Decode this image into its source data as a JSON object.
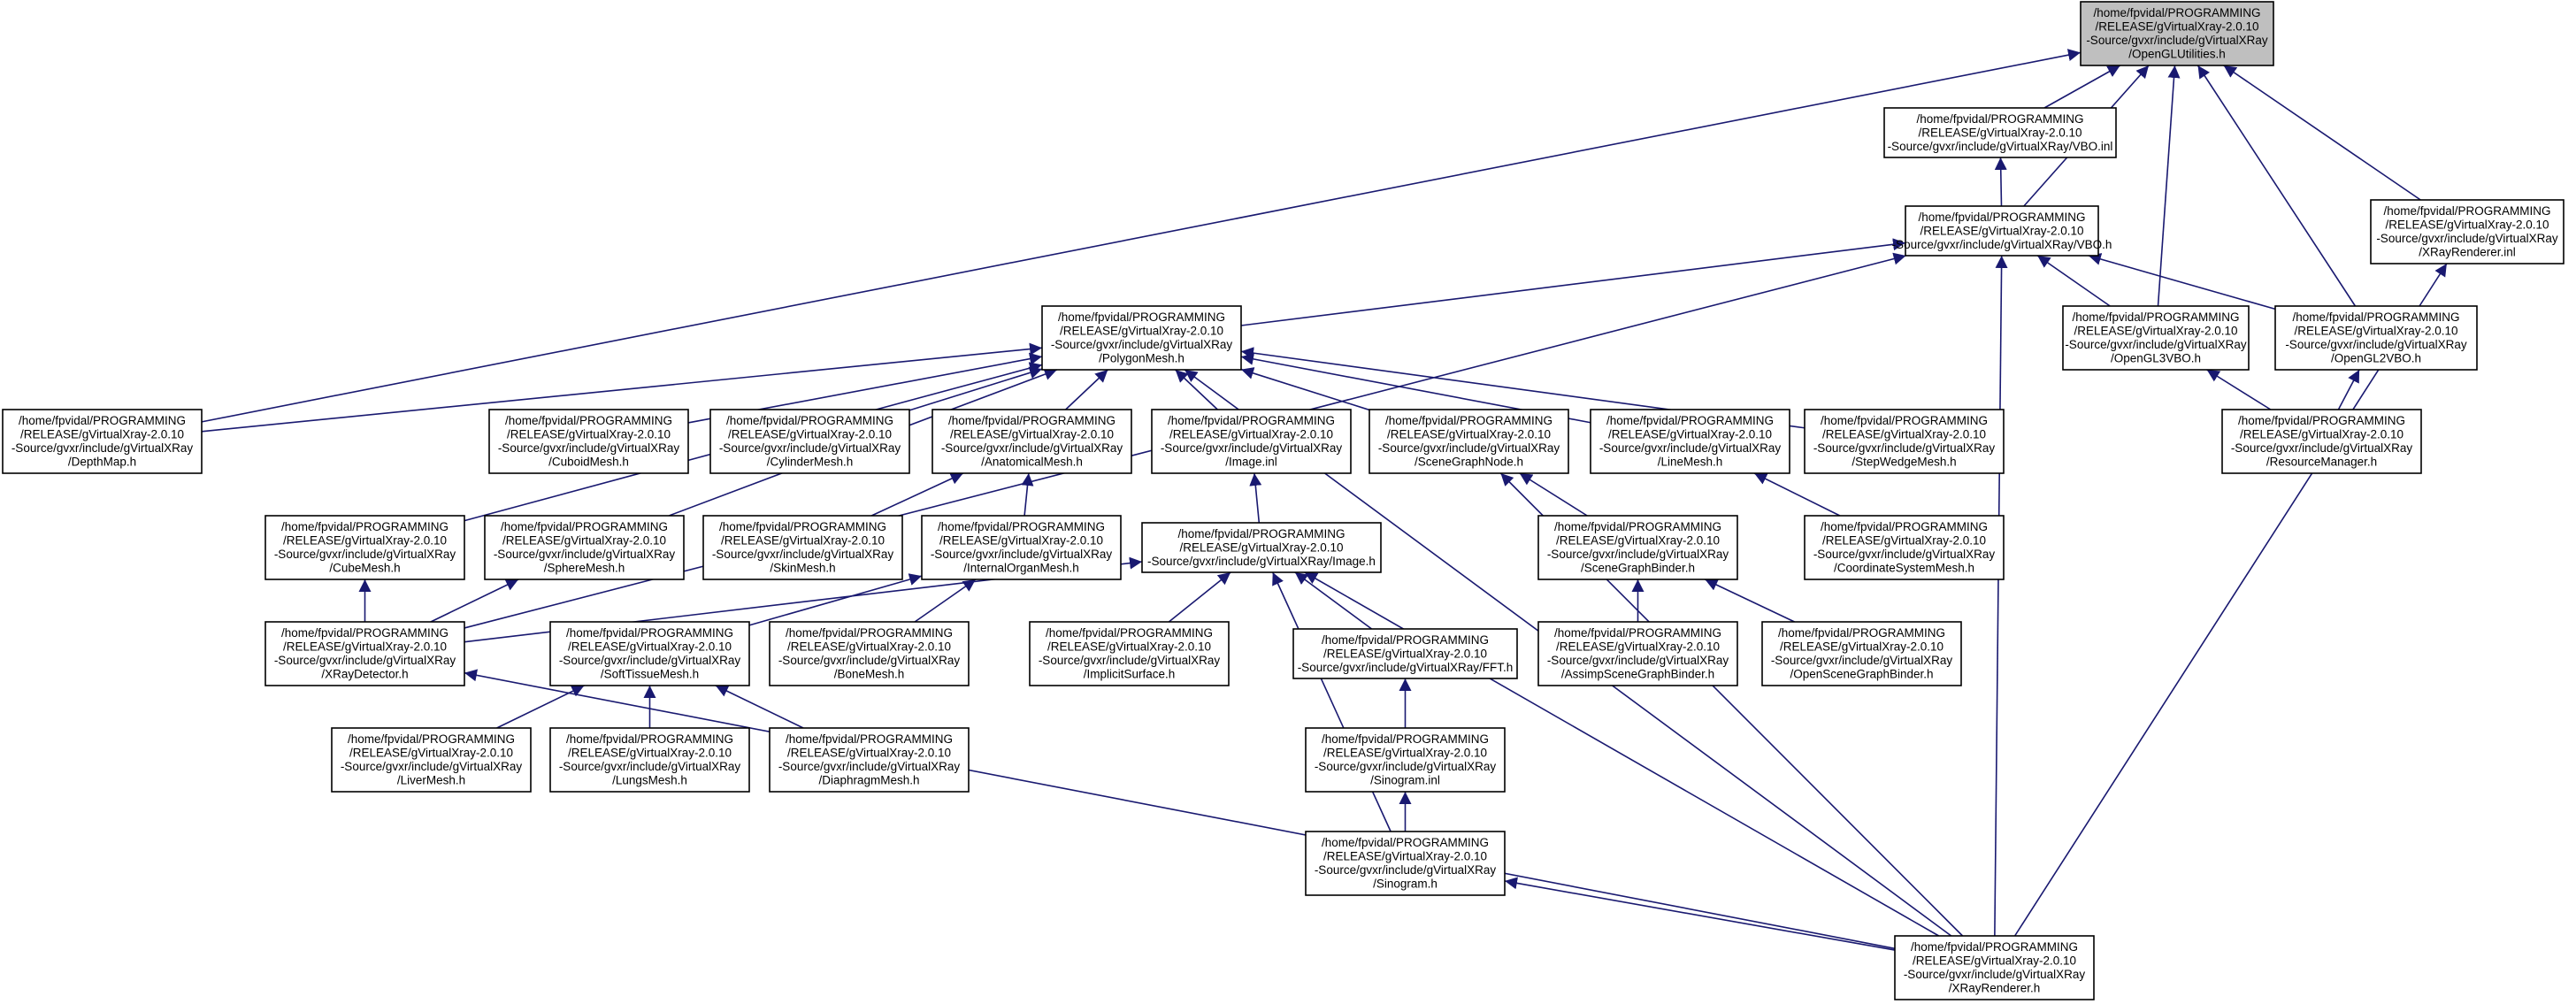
{
  "diagram": {
    "type": "include-dependency-graph",
    "edge_color": "#191970",
    "root_fill": "#bfbfbf",
    "nodes": [
      {
        "id": "opengl_utilities",
        "root": true,
        "lines": [
          "/home/fpvidal/PROGRAMMING",
          "/RELEASE/gVirtualXray-2.0.10",
          "-Source/gvxr/include/gVirtualXRay",
          "/OpenGLUtilities.h"
        ]
      },
      {
        "id": "vbo_inl",
        "lines": [
          "/home/fpvidal/PROGRAMMING",
          "/RELEASE/gVirtualXray-2.0.10",
          "-Source/gvxr/include/gVirtualXRay/VBO.inl"
        ]
      },
      {
        "id": "vbo_h",
        "lines": [
          "/home/fpvidal/PROGRAMMING",
          "/RELEASE/gVirtualXray-2.0.10",
          "-Source/gvxr/include/gVirtualXRay/VBO.h"
        ]
      },
      {
        "id": "xrayrenderer_inl",
        "lines": [
          "/home/fpvidal/PROGRAMMING",
          "/RELEASE/gVirtualXray-2.0.10",
          "-Source/gvxr/include/gVirtualXRay",
          "/XRayRenderer.inl"
        ]
      },
      {
        "id": "polygonmesh",
        "lines": [
          "/home/fpvidal/PROGRAMMING",
          "/RELEASE/gVirtualXray-2.0.10",
          "-Source/gvxr/include/gVirtualXRay",
          "/PolygonMesh.h"
        ]
      },
      {
        "id": "opengl3vbo",
        "lines": [
          "/home/fpvidal/PROGRAMMING",
          "/RELEASE/gVirtualXray-2.0.10",
          "-Source/gvxr/include/gVirtualXRay",
          "/OpenGL3VBO.h"
        ]
      },
      {
        "id": "opengl2vbo",
        "lines": [
          "/home/fpvidal/PROGRAMMING",
          "/RELEASE/gVirtualXray-2.0.10",
          "-Source/gvxr/include/gVirtualXRay",
          "/OpenGL2VBO.h"
        ]
      },
      {
        "id": "depthmap",
        "lines": [
          "/home/fpvidal/PROGRAMMING",
          "/RELEASE/gVirtualXray-2.0.10",
          "-Source/gvxr/include/gVirtualXRay",
          "/DepthMap.h"
        ]
      },
      {
        "id": "cuboidmesh",
        "lines": [
          "/home/fpvidal/PROGRAMMING",
          "/RELEASE/gVirtualXray-2.0.10",
          "-Source/gvxr/include/gVirtualXRay",
          "/CuboidMesh.h"
        ]
      },
      {
        "id": "cylindermesh",
        "lines": [
          "/home/fpvidal/PROGRAMMING",
          "/RELEASE/gVirtualXray-2.0.10",
          "-Source/gvxr/include/gVirtualXRay",
          "/CylinderMesh.h"
        ]
      },
      {
        "id": "anatomicalmesh",
        "lines": [
          "/home/fpvidal/PROGRAMMING",
          "/RELEASE/gVirtualXray-2.0.10",
          "-Source/gvxr/include/gVirtualXRay",
          "/AnatomicalMesh.h"
        ]
      },
      {
        "id": "image_inl",
        "lines": [
          "/home/fpvidal/PROGRAMMING",
          "/RELEASE/gVirtualXray-2.0.10",
          "-Source/gvxr/include/gVirtualXRay",
          "/Image.inl"
        ]
      },
      {
        "id": "scenegraphnode",
        "lines": [
          "/home/fpvidal/PROGRAMMING",
          "/RELEASE/gVirtualXray-2.0.10",
          "-Source/gvxr/include/gVirtualXRay",
          "/SceneGraphNode.h"
        ]
      },
      {
        "id": "linemesh",
        "lines": [
          "/home/fpvidal/PROGRAMMING",
          "/RELEASE/gVirtualXray-2.0.10",
          "-Source/gvxr/include/gVirtualXRay",
          "/LineMesh.h"
        ]
      },
      {
        "id": "stepwedgemesh",
        "lines": [
          "/home/fpvidal/PROGRAMMING",
          "/RELEASE/gVirtualXray-2.0.10",
          "-Source/gvxr/include/gVirtualXRay",
          "/StepWedgeMesh.h"
        ]
      },
      {
        "id": "resourcemanager",
        "lines": [
          "/home/fpvidal/PROGRAMMING",
          "/RELEASE/gVirtualXray-2.0.10",
          "-Source/gvxr/include/gVirtualXRay",
          "/ResourceManager.h"
        ]
      },
      {
        "id": "cubemesh",
        "lines": [
          "/home/fpvidal/PROGRAMMING",
          "/RELEASE/gVirtualXray-2.0.10",
          "-Source/gvxr/include/gVirtualXRay",
          "/CubeMesh.h"
        ]
      },
      {
        "id": "spheremesh",
        "lines": [
          "/home/fpvidal/PROGRAMMING",
          "/RELEASE/gVirtualXray-2.0.10",
          "-Source/gvxr/include/gVirtualXRay",
          "/SphereMesh.h"
        ]
      },
      {
        "id": "skinmesh",
        "lines": [
          "/home/fpvidal/PROGRAMMING",
          "/RELEASE/gVirtualXray-2.0.10",
          "-Source/gvxr/include/gVirtualXRay",
          "/SkinMesh.h"
        ]
      },
      {
        "id": "internalorganmesh",
        "lines": [
          "/home/fpvidal/PROGRAMMING",
          "/RELEASE/gVirtualXray-2.0.10",
          "-Source/gvxr/include/gVirtualXRay",
          "/InternalOrganMesh.h"
        ]
      },
      {
        "id": "image_h",
        "lines": [
          "/home/fpvidal/PROGRAMMING",
          "/RELEASE/gVirtualXray-2.0.10",
          "-Source/gvxr/include/gVirtualXRay/Image.h"
        ]
      },
      {
        "id": "scenegraphbinder",
        "lines": [
          "/home/fpvidal/PROGRAMMING",
          "/RELEASE/gVirtualXray-2.0.10",
          "-Source/gvxr/include/gVirtualXRay",
          "/SceneGraphBinder.h"
        ]
      },
      {
        "id": "coordinatesystemmesh",
        "lines": [
          "/home/fpvidal/PROGRAMMING",
          "/RELEASE/gVirtualXray-2.0.10",
          "-Source/gvxr/include/gVirtualXRay",
          "/CoordinateSystemMesh.h"
        ]
      },
      {
        "id": "xraydetector",
        "lines": [
          "/home/fpvidal/PROGRAMMING",
          "/RELEASE/gVirtualXray-2.0.10",
          "-Source/gvxr/include/gVirtualXRay",
          "/XRayDetector.h"
        ]
      },
      {
        "id": "softtissuemesh",
        "lines": [
          "/home/fpvidal/PROGRAMMING",
          "/RELEASE/gVirtualXray-2.0.10",
          "-Source/gvxr/include/gVirtualXRay",
          "/SoftTissueMesh.h"
        ]
      },
      {
        "id": "bonemesh",
        "lines": [
          "/home/fpvidal/PROGRAMMING",
          "/RELEASE/gVirtualXray-2.0.10",
          "-Source/gvxr/include/gVirtualXRay",
          "/BoneMesh.h"
        ]
      },
      {
        "id": "implicitsurface",
        "lines": [
          "/home/fpvidal/PROGRAMMING",
          "/RELEASE/gVirtualXray-2.0.10",
          "-Source/gvxr/include/gVirtualXRay",
          "/ImplicitSurface.h"
        ]
      },
      {
        "id": "fft",
        "lines": [
          "/home/fpvidal/PROGRAMMING",
          "/RELEASE/gVirtualXray-2.0.10",
          "-Source/gvxr/include/gVirtualXRay/FFT.h"
        ]
      },
      {
        "id": "assimpscenegraphbinder",
        "lines": [
          "/home/fpvidal/PROGRAMMING",
          "/RELEASE/gVirtualXray-2.0.10",
          "-Source/gvxr/include/gVirtualXRay",
          "/AssimpSceneGraphBinder.h"
        ]
      },
      {
        "id": "openscenegraphbinder",
        "lines": [
          "/home/fpvidal/PROGRAMMING",
          "/RELEASE/gVirtualXray-2.0.10",
          "-Source/gvxr/include/gVirtualXRay",
          "/OpenSceneGraphBinder.h"
        ]
      },
      {
        "id": "livermesh",
        "lines": [
          "/home/fpvidal/PROGRAMMING",
          "/RELEASE/gVirtualXray-2.0.10",
          "-Source/gvxr/include/gVirtualXRay",
          "/LiverMesh.h"
        ]
      },
      {
        "id": "lungsmesh",
        "lines": [
          "/home/fpvidal/PROGRAMMING",
          "/RELEASE/gVirtualXray-2.0.10",
          "-Source/gvxr/include/gVirtualXRay",
          "/LungsMesh.h"
        ]
      },
      {
        "id": "diaphragmmesh",
        "lines": [
          "/home/fpvidal/PROGRAMMING",
          "/RELEASE/gVirtualXray-2.0.10",
          "-Source/gvxr/include/gVirtualXRay",
          "/DiaphragmMesh.h"
        ]
      },
      {
        "id": "sinogram_inl",
        "lines": [
          "/home/fpvidal/PROGRAMMING",
          "/RELEASE/gVirtualXray-2.0.10",
          "-Source/gvxr/include/gVirtualXRay",
          "/Sinogram.inl"
        ]
      },
      {
        "id": "sinogram_h",
        "lines": [
          "/home/fpvidal/PROGRAMMING",
          "/RELEASE/gVirtualXray-2.0.10",
          "-Source/gvxr/include/gVirtualXRay",
          "/Sinogram.h"
        ]
      },
      {
        "id": "xrayrenderer_h",
        "lines": [
          "/home/fpvidal/PROGRAMMING",
          "/RELEASE/gVirtualXray-2.0.10",
          "-Source/gvxr/include/gVirtualXRay",
          "/XRayRenderer.h"
        ]
      }
    ],
    "edges": [
      [
        "vbo_inl",
        "opengl_utilities"
      ],
      [
        "vbo_h",
        "opengl_utilities"
      ],
      [
        "xrayrenderer_inl",
        "opengl_utilities"
      ],
      [
        "depthmap",
        "opengl_utilities"
      ],
      [
        "opengl3vbo",
        "opengl_utilities"
      ],
      [
        "opengl2vbo",
        "opengl_utilities"
      ],
      [
        "vbo_h",
        "vbo_inl"
      ],
      [
        "polygonmesh",
        "vbo_h"
      ],
      [
        "opengl3vbo",
        "vbo_h"
      ],
      [
        "opengl2vbo",
        "vbo_h"
      ],
      [
        "xraydetector",
        "vbo_h"
      ],
      [
        "xrayrenderer_h",
        "vbo_h"
      ],
      [
        "resourcemanager",
        "opengl3vbo"
      ],
      [
        "resourcemanager",
        "opengl2vbo"
      ],
      [
        "xrayrenderer_h",
        "xrayrenderer_inl"
      ],
      [
        "depthmap",
        "polygonmesh"
      ],
      [
        "cuboidmesh",
        "polygonmesh"
      ],
      [
        "cylindermesh",
        "polygonmesh"
      ],
      [
        "anatomicalmesh",
        "polygonmesh"
      ],
      [
        "image_inl",
        "polygonmesh"
      ],
      [
        "scenegraphnode",
        "polygonmesh"
      ],
      [
        "linemesh",
        "polygonmesh"
      ],
      [
        "stepwedgemesh",
        "polygonmesh"
      ],
      [
        "cubemesh",
        "polygonmesh"
      ],
      [
        "spheremesh",
        "polygonmesh"
      ],
      [
        "xrayrenderer_h",
        "polygonmesh"
      ],
      [
        "skinmesh",
        "anatomicalmesh"
      ],
      [
        "internalorganmesh",
        "anatomicalmesh"
      ],
      [
        "image_h",
        "image_inl"
      ],
      [
        "scenegraphbinder",
        "scenegraphnode"
      ],
      [
        "xrayrenderer_h",
        "scenegraphnode"
      ],
      [
        "coordinatesystemmesh",
        "linemesh"
      ],
      [
        "xraydetector",
        "cubemesh"
      ],
      [
        "xraydetector",
        "spheremesh"
      ],
      [
        "softtissuemesh",
        "internalorganmesh"
      ],
      [
        "bonemesh",
        "internalorganmesh"
      ],
      [
        "xraydetector",
        "image_h"
      ],
      [
        "implicitsurface",
        "image_h"
      ],
      [
        "fft",
        "image_h"
      ],
      [
        "sinogram_h",
        "image_h"
      ],
      [
        "xrayrenderer_h",
        "image_h"
      ],
      [
        "assimpscenegraphbinder",
        "scenegraphbinder"
      ],
      [
        "openscenegraphbinder",
        "scenegraphbinder"
      ],
      [
        "xrayrenderer_h",
        "xraydetector"
      ],
      [
        "livermesh",
        "softtissuemesh"
      ],
      [
        "lungsmesh",
        "softtissuemesh"
      ],
      [
        "diaphragmmesh",
        "softtissuemesh"
      ],
      [
        "sinogram_inl",
        "fft"
      ],
      [
        "sinogram_h",
        "sinogram_inl"
      ],
      [
        "xrayrenderer_h",
        "sinogram_h"
      ]
    ]
  }
}
